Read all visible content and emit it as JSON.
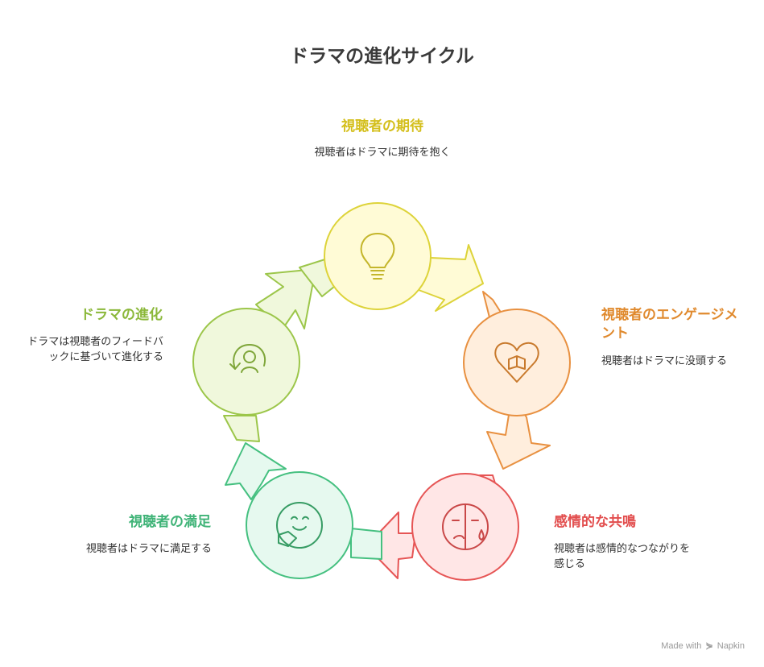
{
  "title": "ドラマの進化サイクル",
  "stages": [
    {
      "heading": "視聴者の期待",
      "description": "視聴者はドラマに期待を抱く",
      "icon": "lightbulb-icon",
      "color": "#d4bf1c",
      "fill": "#fffbd6",
      "stroke": "#ddd33a"
    },
    {
      "heading": "視聴者のエンゲージメント",
      "description": "視聴者はドラマに没頭する",
      "icon": "heart-with-book-icon",
      "color": "#e08a2e",
      "fill": "#ffeedd",
      "stroke": "#e89040"
    },
    {
      "heading": "感情的な共鳴",
      "description": "視聴者は感情的なつながりを感じる",
      "icon": "crying-face-icon",
      "color": "#e24d4d",
      "fill": "#ffe6e6",
      "stroke": "#e65555"
    },
    {
      "heading": "視聴者の満足",
      "description": "視聴者はドラマに満足する",
      "icon": "happy-reader-icon",
      "color": "#3fb377",
      "fill": "#e6f9ef",
      "stroke": "#45c080"
    },
    {
      "heading": "ドラマの進化",
      "description": "ドラマは視聴者のフィードバックに基づいて進化する",
      "icon": "evolving-person-icon",
      "color": "#8bb83a",
      "fill": "#f0f8dc",
      "stroke": "#9cc64a"
    }
  ],
  "footer": {
    "made_with": "Made with",
    "brand": "Napkin"
  }
}
